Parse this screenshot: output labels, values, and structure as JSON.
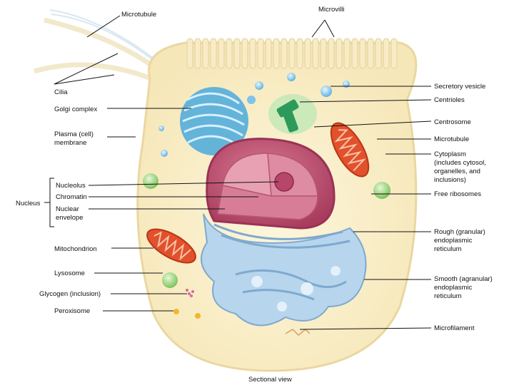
{
  "labels": {
    "microtubule_top": "Microtubule",
    "microvilli": "Microvilli",
    "cilia": "Cilia",
    "golgi": "Golgi complex",
    "plasma_1": "Plasma (cell)",
    "plasma_2": "membrane",
    "nucleolus": "Nucleolus",
    "chromatin": "Chromatin",
    "nucleus": "Nucleus",
    "nuclear_1": "Nuclear",
    "nuclear_2": "envelope",
    "mitochondrion": "Mitochondrion",
    "lysosome": "Lysosome",
    "glycogen": "Glycogen (inclusion)",
    "peroxisome": "Peroxisome",
    "secretory": "Secretory vesicle",
    "centrioles": "Centrioles",
    "centrosome": "Centrosome",
    "microtubule_right": "Microtubule",
    "cytoplasm_1": "Cytoplasm",
    "cytoplasm_2": "(includes cytosol,",
    "cytoplasm_3": "organelles, and",
    "cytoplasm_4": "inclusions)",
    "free_ribosomes": "Free ribosomes",
    "rough_1": "Rough (granular)",
    "rough_2": "endoplasmic",
    "rough_3": "reticulum",
    "smooth_1": "Smooth (agranular)",
    "smooth_2": "endoplasmic",
    "smooth_3": "reticulum",
    "microfilament": "Microfilament"
  },
  "caption": "Sectional view",
  "colors": {
    "cytoplasm": "#fbf0c9",
    "membrane": "#f3e3b4",
    "golgi": "#48a9dc",
    "nucleus": "#d06a86",
    "nucleus_cut": "#e9a5b3",
    "er": "#9cc3e3",
    "mitochondrion": "#e2512c",
    "centriole": "#2c9a5a",
    "lysosome": "#9ad47a",
    "peroxisome": "#f1b72d"
  }
}
